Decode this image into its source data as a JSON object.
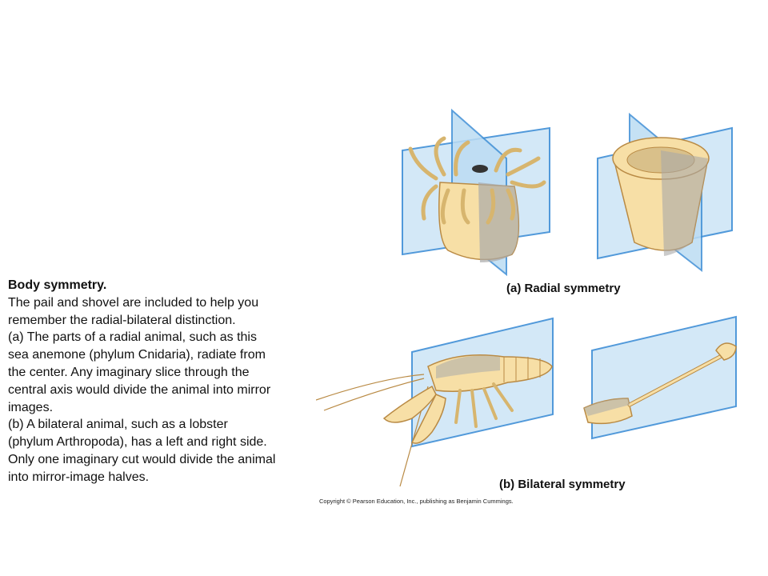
{
  "caption": {
    "title": "Body symmetry.",
    "lines": [
      "The pail and shovel are included to help you",
      "remember the radial-bilateral distinction.",
      "(a)   The parts of a radial animal, such as this",
      "sea anemone (phylum Cnidaria), radiate from",
      "the center. Any imaginary slice through the",
      "central axis would divide the animal into mirror",
      "images.",
      "(b) A bilateral animal, such as a lobster",
      "(phylum Arthropoda), has a left and right side.",
      "Only one imaginary cut would divide the animal",
      "into mirror-image halves."
    ]
  },
  "figure": {
    "label_a": "(a) Radial symmetry",
    "label_b": "(b) Bilateral symmetry",
    "copyright": "Copyright © Pearson Education, Inc., publishing as Benjamin Cummings.",
    "colors": {
      "plane_fill": "#cfe6f7",
      "plane_edge": "#3f8fd6",
      "animal_fill": "#f7dfa6",
      "animal_stroke": "#b98a44",
      "gray": "#9aa0a6"
    }
  }
}
